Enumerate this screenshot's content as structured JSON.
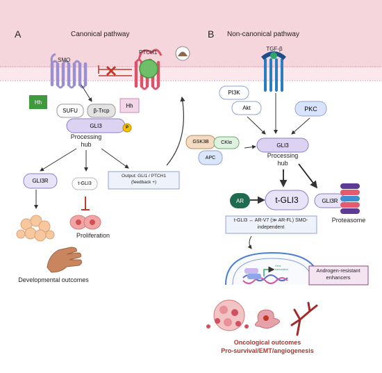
{
  "panels": {
    "a": {
      "letter": "A",
      "title": "Canonical pathway"
    },
    "b": {
      "letter": "B",
      "title": "Non-canonical pathway"
    }
  },
  "canonical": {
    "smo": "SMO",
    "ptch1": "PTCH1",
    "hh_ligand_1": "Hh",
    "hh_ligand_2": "Hh",
    "sufu": "SUFU",
    "btrcp": "β-Trcp",
    "gli3": "GLI3",
    "phospho": "P",
    "hub_line1": "Processing",
    "hub_line2": "hub",
    "gli3r": "GLI3R",
    "tgli3": "t-GLI3",
    "output_line1": "Output: GLI1 / PTCH1",
    "output_line2": "(feedback +)",
    "proliferation": "Proliferation",
    "developmental": "Developmental outcomes"
  },
  "noncanonical": {
    "tgfb": "TGF-β",
    "pi3k": "PI3K",
    "akt": "Akt",
    "pkc": "PKC",
    "gsk3b": "GSK3B",
    "ck1a": "CKIα",
    "apc": "APC",
    "gli3": "GLI3",
    "hub_line1": "Processing",
    "hub_line2": "hub",
    "ar": "AR",
    "tgli3": "t-GLI3",
    "gli3r": "GLI3R",
    "proteasome": "Proteasome",
    "arv7_line1": "t-GLI3 ↔ AR-V7 (≫ AR-FL) SMO-",
    "arv7_line2": "independent",
    "gene_line1": "Gene",
    "gene_line2": "transcription",
    "enh_line1": "Androgen-resistant",
    "enh_line2": "enhancers",
    "onc_line1": "Oncological outcomes",
    "onc_line2": "Pro-survival/EMT/angiogenesis"
  },
  "colors": {
    "membrane": "#f5d6dc",
    "smo": "#9b8fd0",
    "ptch1": "#d9536a",
    "hh_green": "#3e9a3c",
    "gli3_fill": "#dcd3f3",
    "gli3_border": "#8b7cc8",
    "accent_red": "#c0392b",
    "ar_green": "#1f6b4f",
    "onc_text": "#b0322c"
  }
}
